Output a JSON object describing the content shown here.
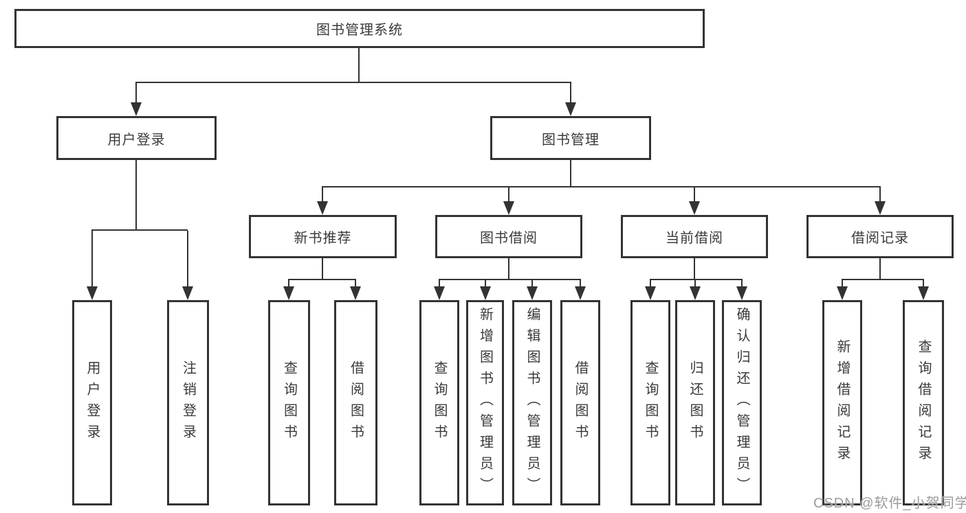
{
  "labels": {
    "root": "图书管理系统",
    "user_login": "用户登录",
    "book_mgmt": "图书管理",
    "new_books": "新书推荐",
    "book_borrow": "图书借阅",
    "current_borrow": "当前借阅",
    "borrow_records": "借阅记录",
    "leaf_user_login": "用户登录",
    "leaf_logout": "注销登录",
    "leaf_nb_query": "查询图书",
    "leaf_nb_borrow": "借阅图书",
    "leaf_bb_query": "查询图书",
    "leaf_bb_add": "新增图书（管理员）",
    "leaf_bb_edit": "编辑图书（管理员）",
    "leaf_bb_borrow": "借阅图书",
    "leaf_cb_query": "查询图书",
    "leaf_cb_return": "归还图书",
    "leaf_cb_confirm": "确认归还（管理员）",
    "leaf_br_add": "新增借阅记录",
    "leaf_br_query": "查询借阅记录"
  },
  "hierarchy": {
    "图书管理系统": {
      "用户登录": [
        "用户登录",
        "注销登录"
      ],
      "图书管理": {
        "新书推荐": [
          "查询图书",
          "借阅图书"
        ],
        "图书借阅": [
          "查询图书",
          "新增图书（管理员）",
          "编辑图书（管理员）",
          "借阅图书"
        ],
        "当前借阅": [
          "查询图书",
          "归还图书",
          "确认归还（管理员）"
        ],
        "借阅记录": [
          "新增借阅记录",
          "查询借阅记录"
        ]
      }
    }
  },
  "watermark": "CSDN @软件_小贺同学",
  "colors": {
    "line": "#333333",
    "box_border": "#333333",
    "box_fill": "#ffffff",
    "text": "#3a3a3a",
    "watermark": "#9b9b9b"
  }
}
